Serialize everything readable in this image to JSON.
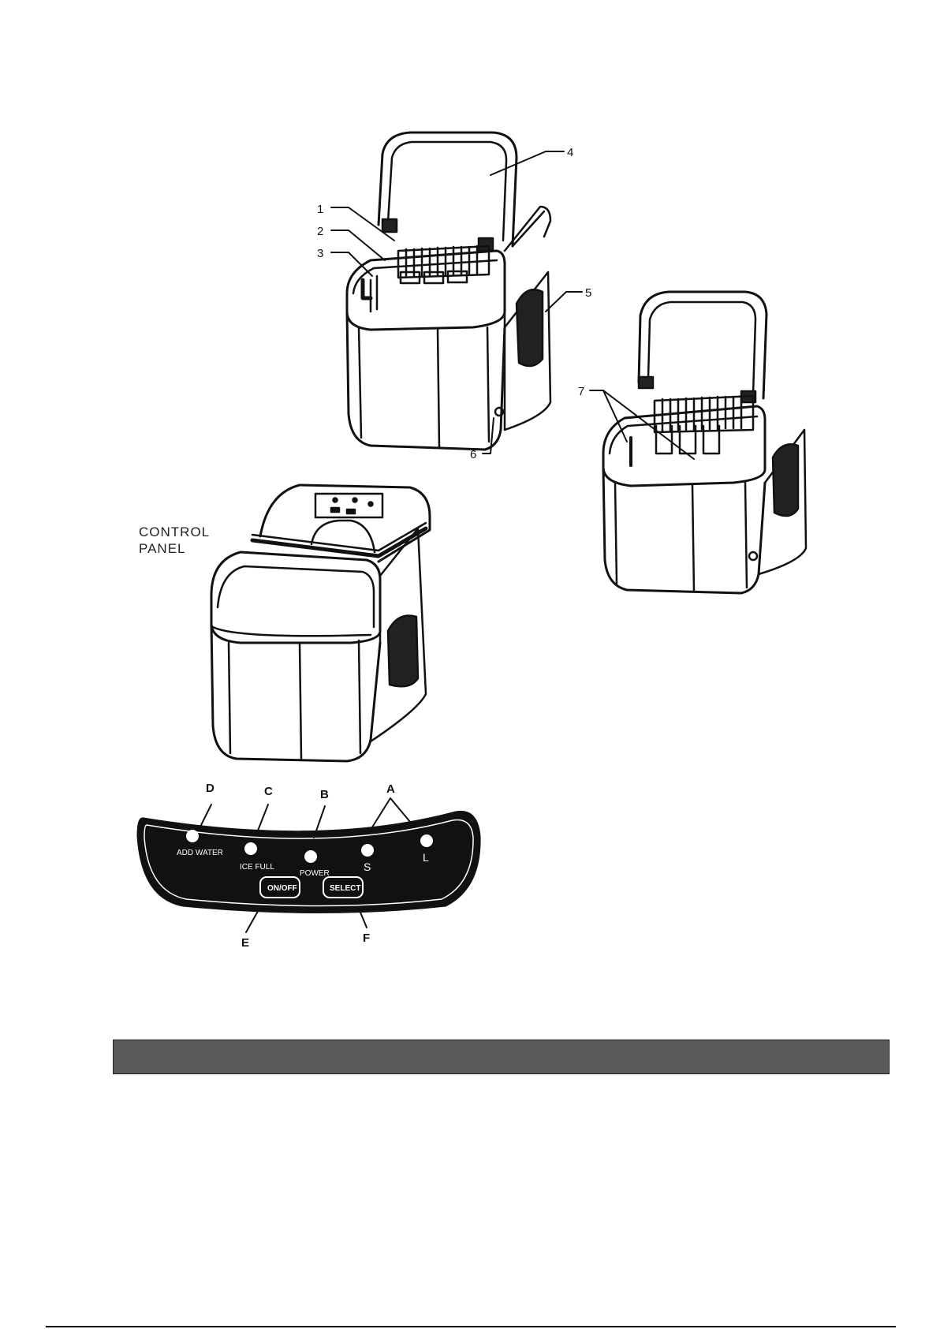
{
  "callouts": {
    "n1": "1",
    "n2": "2",
    "n3": "3",
    "n4": "4",
    "n5": "5",
    "n6": "6",
    "n7": "7"
  },
  "control_panel_caption": {
    "line1": "CONTROL",
    "line2": "PANEL"
  },
  "panel_callouts": {
    "a": "A",
    "b": "B",
    "c": "C",
    "d": "D",
    "e": "E",
    "f": "F"
  },
  "panel_lights": {
    "add_water": "ADD WATER",
    "ice_full": "ICE FULL",
    "power": "POWER",
    "small": "S",
    "large": "L"
  },
  "panel_buttons": {
    "on_off": "ON/OFF",
    "select": "SELECT"
  },
  "section_bar": {
    "text": ""
  }
}
